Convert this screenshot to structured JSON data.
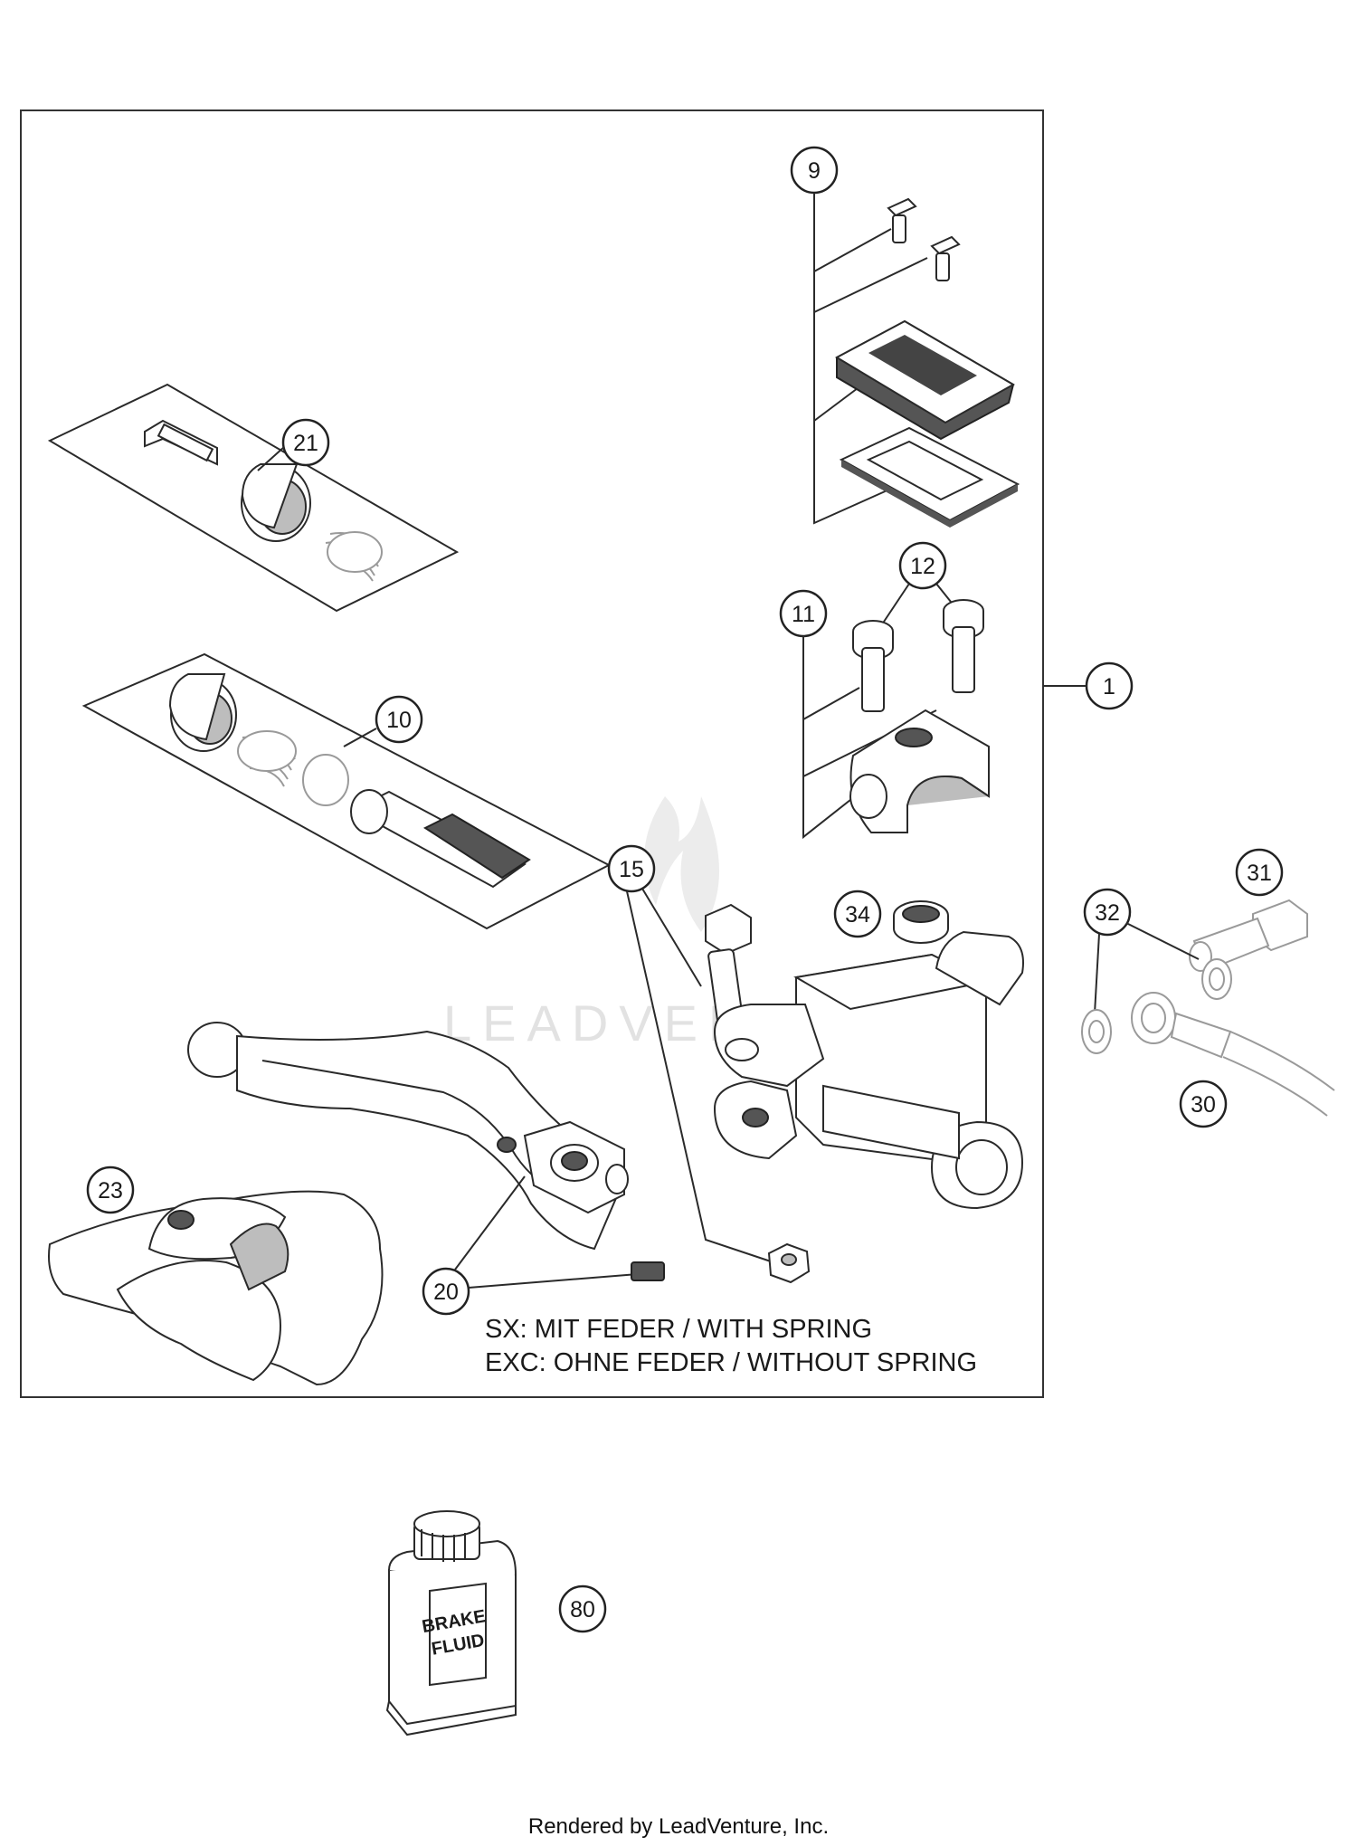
{
  "callouts": {
    "c1": "1",
    "c9": "9",
    "c10": "10",
    "c11": "11",
    "c12": "12",
    "c15": "15",
    "c20": "20",
    "c21": "21",
    "c23": "23",
    "c30": "30",
    "c31": "31",
    "c32": "32",
    "c34": "34",
    "c80": "80"
  },
  "note": {
    "line1": "SX: MIT FEDER / WITH SPRING",
    "line2": "EXC: OHNE FEDER / WITHOUT SPRING"
  },
  "bottle_label": {
    "line1": "BRAKE",
    "line2": "FLUID"
  },
  "watermark": "LEADVENTURE",
  "footer": "Rendered by LeadVenture, Inc."
}
